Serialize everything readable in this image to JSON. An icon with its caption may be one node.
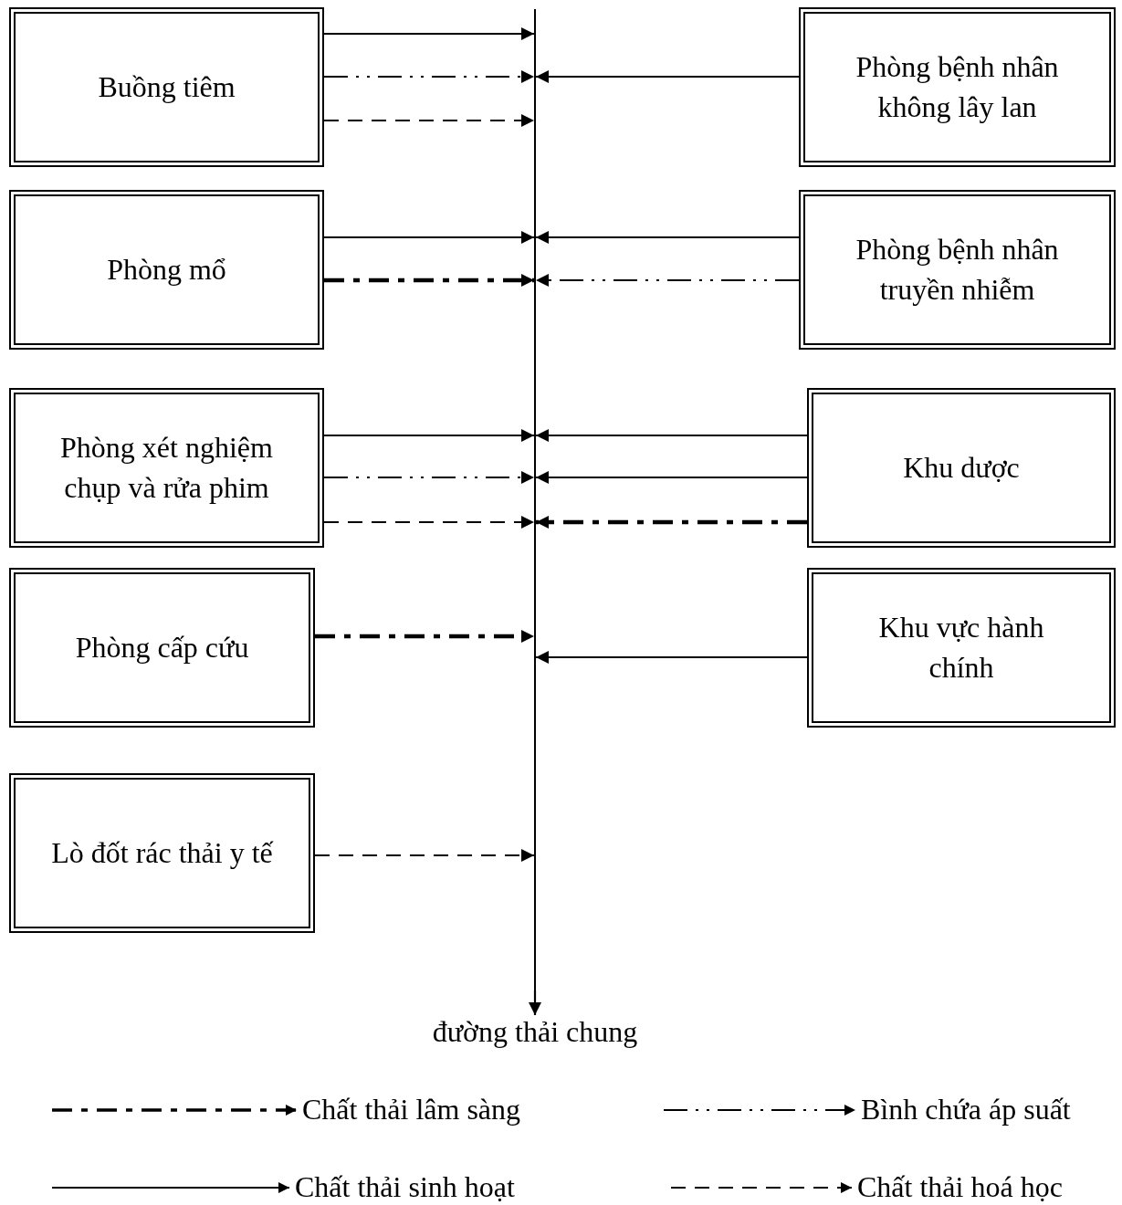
{
  "diagram": {
    "nodes": [
      {
        "text": [
          "Buồng tiêm"
        ]
      },
      {
        "text": [
          "Phòng bệnh nhân không lây lan"
        ]
      },
      {
        "text": [
          "Phòng mổ"
        ]
      },
      {
        "text": [
          "Phòng bệnh nhân truyền nhiễm"
        ]
      },
      {
        "text": [
          "Phòng xét nghiệm chụp và rửa phim"
        ]
      },
      {
        "text": [
          "Khu dược"
        ]
      },
      {
        "text": [
          "Phòng cấp cứu"
        ]
      },
      {
        "text": [
          "Khu vực hành chính"
        ]
      },
      {
        "text": [
          "Lò đốt rác thải y tế"
        ]
      },
      {
        "text": [],
        "shape": "bar"
      },
      {
        "text": [
          "đường thải chung"
        ]
      }
    ],
    "edges": [
      {
        "from": 0,
        "to": 9,
        "arrow": "to"
      },
      {
        "from": 0,
        "to": 9,
        "arrow": "to",
        "style": "dashed"
      },
      {
        "from": 0,
        "to": 9,
        "arrow": "to",
        "style": "dashed"
      },
      {
        "from": 1,
        "to": 9,
        "arrow": "to"
      },
      {
        "from": 2,
        "to": 9,
        "arrow": "to"
      },
      {
        "from": 2,
        "to": 9,
        "arrow": "to",
        "style": "dashed"
      },
      {
        "from": 3,
        "to": 9,
        "arrow": "to"
      },
      {
        "from": 3,
        "to": 9,
        "arrow": "to",
        "style": "dashed"
      },
      {
        "from": 4,
        "to": 9,
        "arrow": "to"
      },
      {
        "from": 4,
        "to": 9,
        "arrow": "to",
        "style": "dashed"
      },
      {
        "from": 4,
        "to": 9,
        "arrow": "to",
        "style": "dashed"
      },
      {
        "from": 5,
        "to": 9,
        "arrow": "to"
      },
      {
        "from": 5,
        "to": 9,
        "arrow": "to"
      },
      {
        "from": 5,
        "to": 9,
        "arrow": "to",
        "style": "dashed"
      },
      {
        "from": 6,
        "to": 9,
        "arrow": "to",
        "style": "dashed"
      },
      {
        "from": 7,
        "to": 9,
        "arrow": "to"
      },
      {
        "from": 8,
        "to": 9,
        "arrow": "to",
        "style": "dashed"
      },
      {
        "from": 9,
        "to": 10,
        "arrow": "to"
      }
    ],
    "legend": [
      {
        "text": "Chất thải lâm sàng"
      },
      {
        "text": "Bình chứa áp suất"
      },
      {
        "text": "Chất thải sinh hoạt"
      },
      {
        "text": "Chất thải hoá học"
      }
    ]
  }
}
